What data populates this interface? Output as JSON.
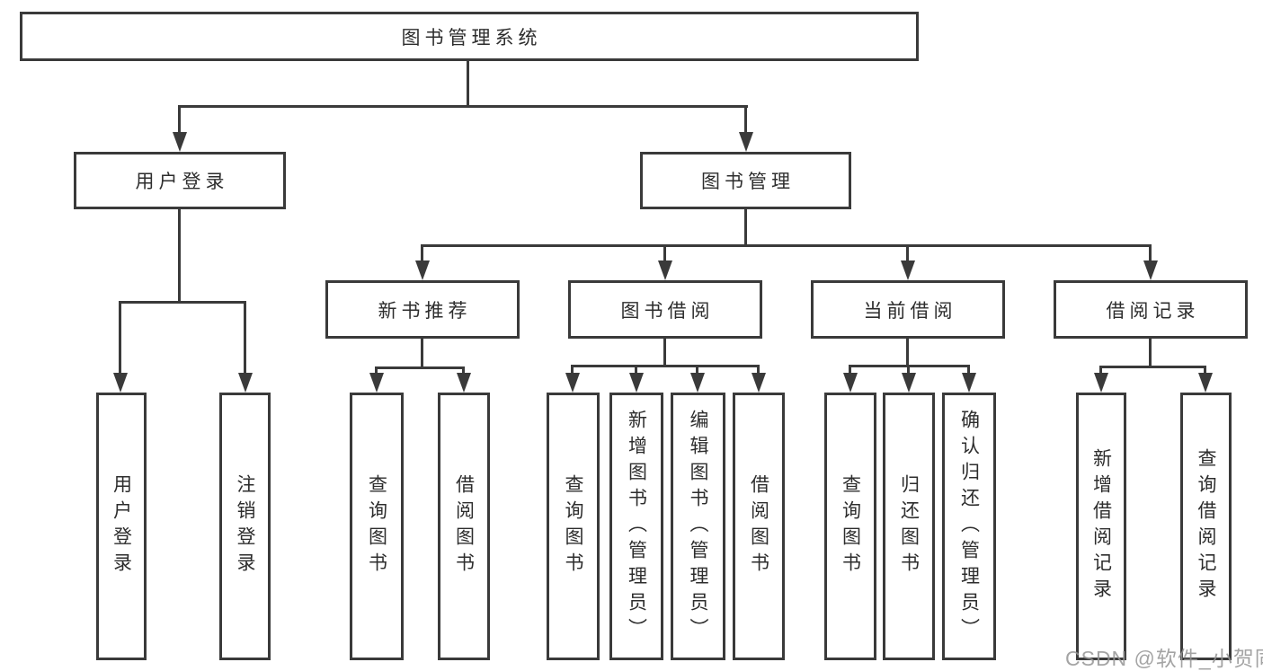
{
  "diagram": {
    "title": "图书管理系统",
    "root": {
      "label": "图书管理系统"
    },
    "branches": [
      {
        "label": "用户登录",
        "children": [
          {
            "label": "用户登录"
          },
          {
            "label": "注销登录"
          }
        ]
      },
      {
        "label": "图书管理",
        "children": [
          {
            "label": "新书推荐",
            "children": [
              {
                "label": "查询图书"
              },
              {
                "label": "借阅图书"
              }
            ]
          },
          {
            "label": "图书借阅",
            "children": [
              {
                "label": "查询图书"
              },
              {
                "label": "新增图书（管理员）"
              },
              {
                "label": "编辑图书（管理员）"
              },
              {
                "label": "借阅图书"
              }
            ]
          },
          {
            "label": "当前借阅",
            "children": [
              {
                "label": "查询图书"
              },
              {
                "label": "归还图书"
              },
              {
                "label": "确认归还（管理员）"
              }
            ]
          },
          {
            "label": "借阅记录",
            "children": [
              {
                "label": "新增借阅记录"
              },
              {
                "label": "查询借阅记录"
              }
            ]
          }
        ]
      }
    ]
  },
  "watermark": {
    "text": "CSDN @软件_小贺同学"
  },
  "colors": {
    "line": "#3a3a3a",
    "text": "#2d2d2d",
    "watermark": "#949494",
    "background": "#ffffff"
  }
}
